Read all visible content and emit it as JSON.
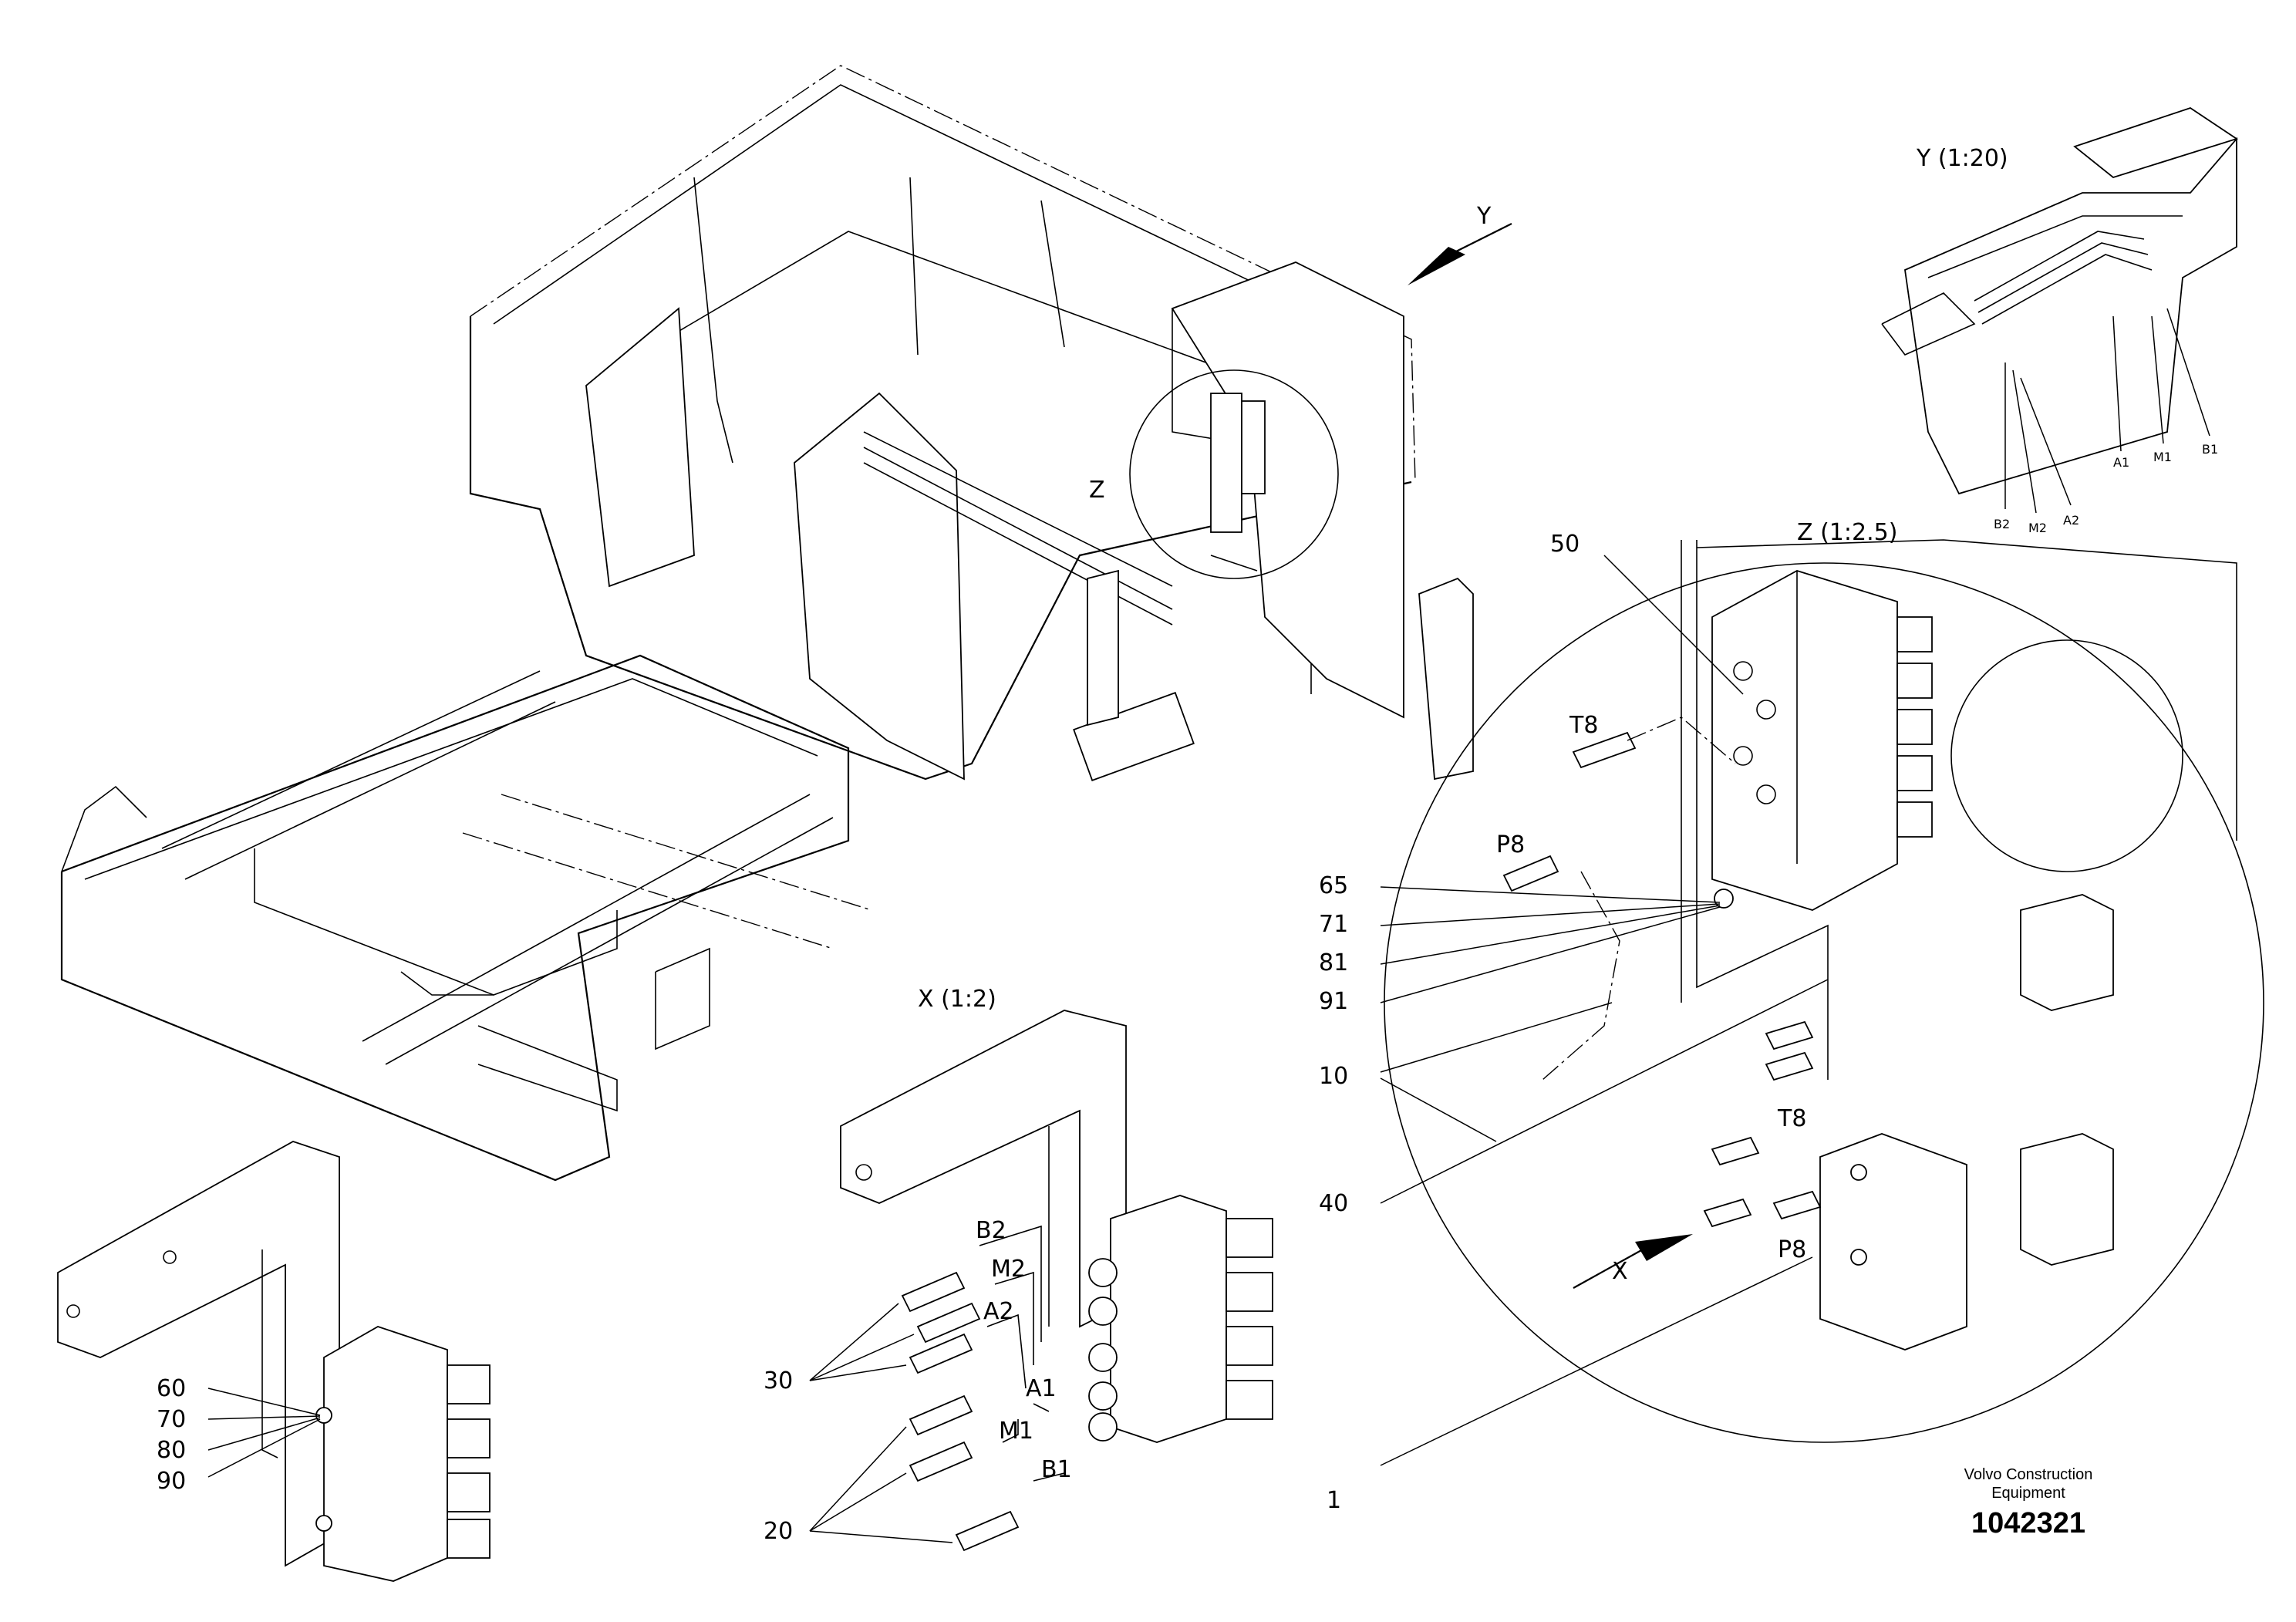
{
  "views": {
    "y_title": "Y (1:20)",
    "z_title": "Z (1:2.5)",
    "x_title": "X (1:2)",
    "arrow_y": "Y",
    "arrow_z": "Z",
    "arrow_x": "X"
  },
  "callouts": {
    "c50": "50",
    "c65": "65",
    "c71": "71",
    "c81": "81",
    "c91": "91",
    "c10": "10",
    "c40": "40",
    "c1": "1",
    "c60": "60",
    "c70": "70",
    "c80": "80",
    "c90": "90",
    "c30": "30",
    "c20": "20"
  },
  "ports": {
    "t8_upper": "T8",
    "p8_upper": "P8",
    "t8_lower": "T8",
    "p8_lower": "P8",
    "b2": "B2",
    "m2": "M2",
    "a2": "A2",
    "a1": "A1",
    "m1": "M1",
    "b1": "B1",
    "y_a1": "A1",
    "y_m1": "M1",
    "y_b1": "B1",
    "y_b2": "B2",
    "y_m2": "M2",
    "y_a2": "A2"
  },
  "title_block": {
    "company_line1": "Volvo Construction",
    "company_line2": "Equipment",
    "drawing_number": "1042321"
  }
}
